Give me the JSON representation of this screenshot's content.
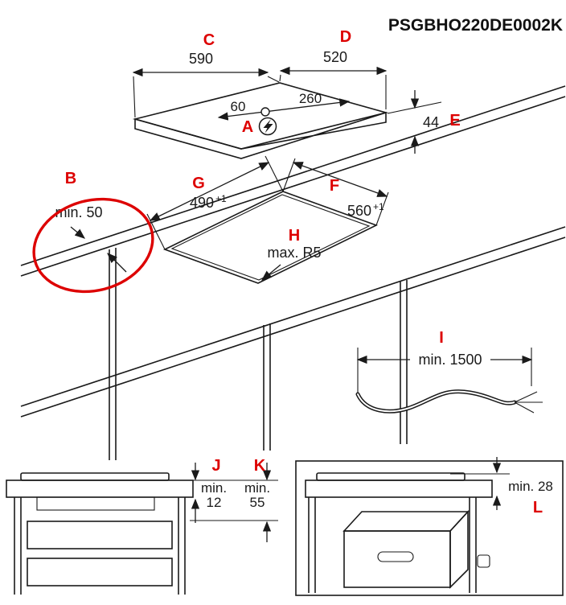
{
  "model": "PSGBHO220DE0002K",
  "colors": {
    "accent": "#dd0000",
    "line": "#1a1a1a"
  },
  "callouts": {
    "a": "A",
    "b": "B",
    "c": "C",
    "d": "D",
    "e": "E",
    "f": "F",
    "g": "G",
    "h": "H",
    "i": "I",
    "j": "J",
    "k": "K",
    "l": "L"
  },
  "top_view": {
    "width": "590",
    "depth": "520",
    "conn_offset": "60",
    "conn_span": "260",
    "height": "44"
  },
  "cutout": {
    "depth": "490",
    "depth_tol": "+1",
    "width": "560",
    "width_tol": "+1",
    "corner_radius": "max. R5",
    "rear_clearance": "min. 50"
  },
  "cable": {
    "length": "min. 1500"
  },
  "drawer_view": {
    "gap_word": "min.",
    "gap_value": "12",
    "depth_word": "min.",
    "depth_value": "55"
  },
  "oven_view": {
    "clearance": "min. 28"
  }
}
